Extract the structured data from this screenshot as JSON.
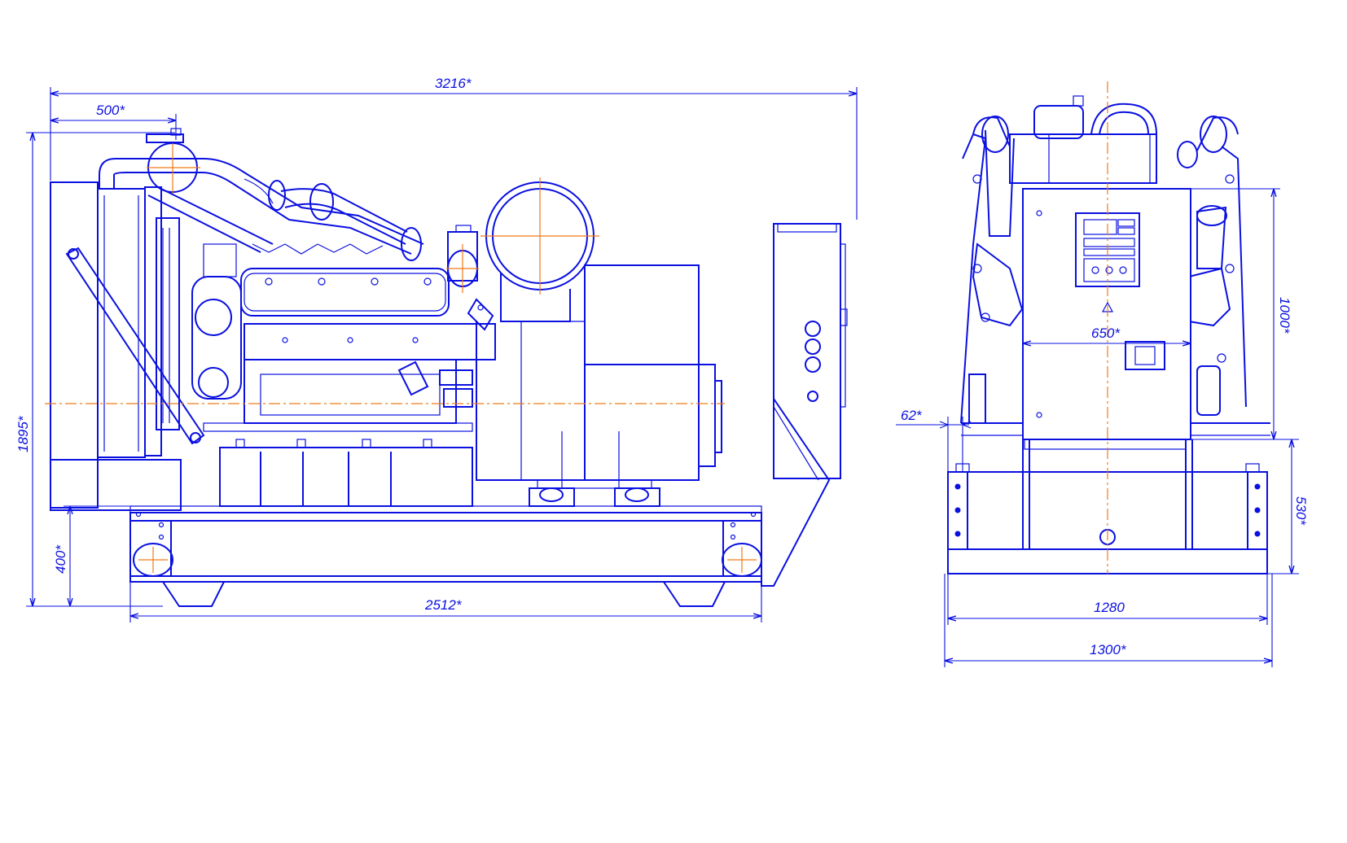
{
  "colors": {
    "line": "#0a10e0",
    "axis": "#f07a18",
    "background": "#ffffff"
  },
  "dimensions": {
    "side": {
      "overall_length": "3216*",
      "radiator_offset": "500*",
      "overall_height": "1895*",
      "frame_height": "400*",
      "frame_length": "2512*"
    },
    "front": {
      "panel_height": "1000*",
      "panel_width": "650*",
      "offset": "62*",
      "base_height": "530*",
      "frame_width": "1280",
      "overall_width": "1300*"
    }
  }
}
